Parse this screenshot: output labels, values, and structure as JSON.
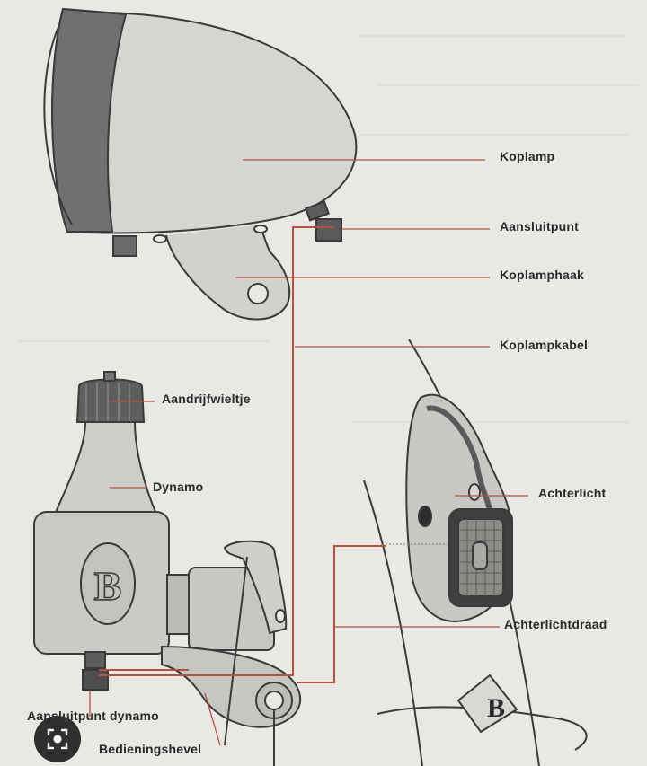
{
  "labels": {
    "koplamp": "Koplamp",
    "aansluitpunt": "Aansluitpunt",
    "koplamphaak": "Koplamphaak",
    "koplampkabel": "Koplampkabel",
    "aandrijfwieltje": "Aandrijfwieltje",
    "dynamo": "Dynamo",
    "achterlicht": "Achterlicht",
    "achterlichtdraad": "Achterlichtdraad",
    "aansluitpunt_dynamo": "Aansluitpunt dynamo",
    "bedieningshevel": "Bedieningshevel"
  },
  "logo_letter": "B",
  "icons": {
    "lens": "lens-search-icon"
  },
  "colors": {
    "wire": "#b5523f",
    "outline": "#3a3a3a",
    "metal": "#c9c8c4",
    "dark_band": "#6f6f6f",
    "paper": "#e9e8e4"
  }
}
